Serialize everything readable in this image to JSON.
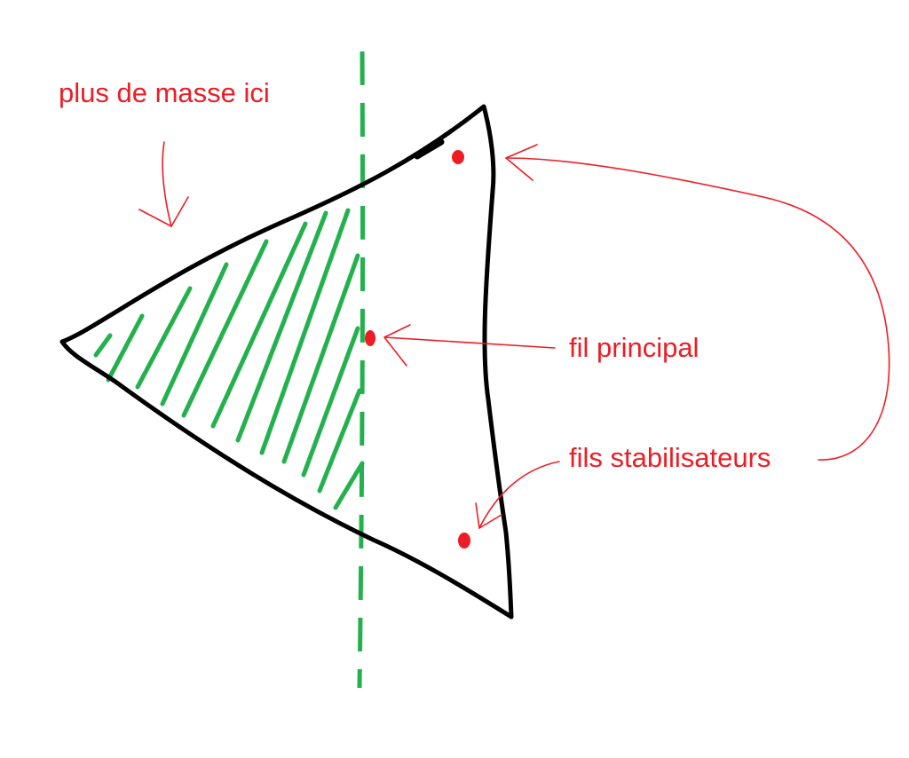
{
  "labels": {
    "mass_note": "plus de masse ici",
    "main_wire": "fil principal",
    "stabilizer_wires": "fils stabilisateurs"
  },
  "colors": {
    "annotation": "#ee1c24",
    "hatch": "#22b14c",
    "outline": "#000000",
    "background": "#ffffff"
  }
}
